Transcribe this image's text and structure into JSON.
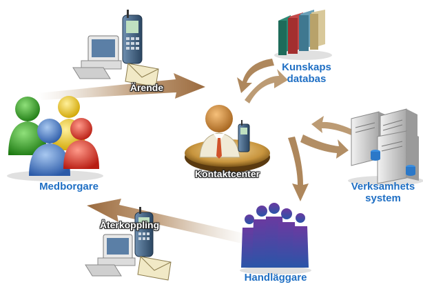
{
  "nodes": {
    "citizens": {
      "label": "Medborgare"
    },
    "contact_center": {
      "label": "Kontaktcenter"
    },
    "knowledge_db": {
      "label": "Kunskaps\ndatabas"
    },
    "business_system": {
      "label": "Verksamhets\nsystem"
    },
    "case_handlers": {
      "label": "Handläggare"
    }
  },
  "flows": {
    "case": {
      "label": "Ärende"
    },
    "feedback": {
      "label": "Återkoppling"
    }
  },
  "colors": {
    "label_blue": "#1f6fc4",
    "arrow_brown": "#a0704a"
  }
}
